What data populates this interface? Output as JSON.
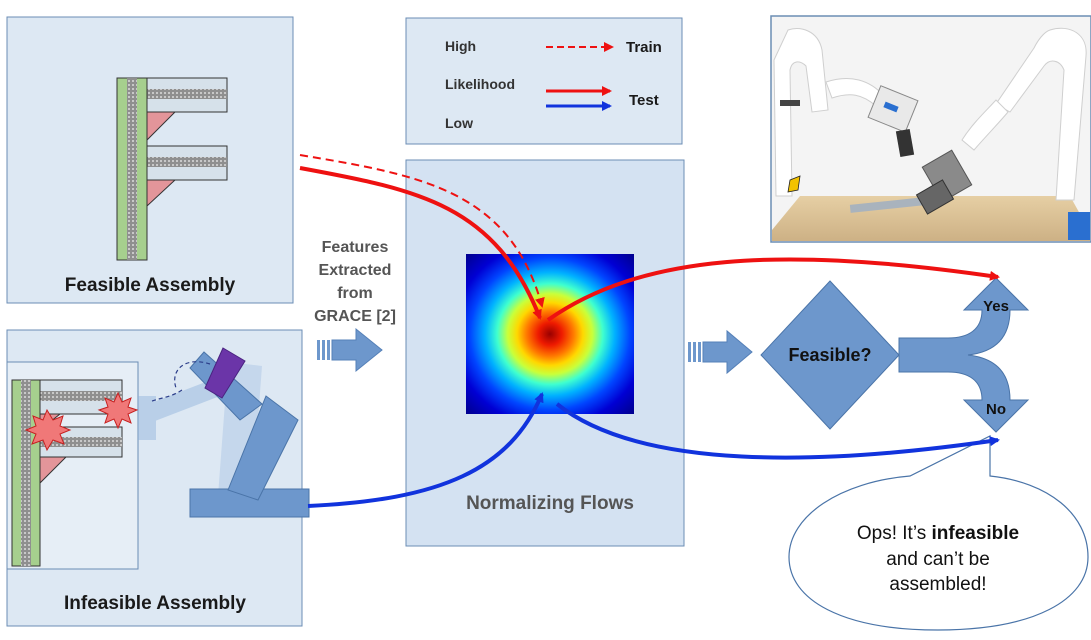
{
  "legend": {
    "high": "High",
    "likelihood": "Likelihood",
    "low": "Low",
    "train": "Train",
    "test": "Test"
  },
  "feasible_panel": {
    "caption": "Feasible Assembly"
  },
  "infeasible_panel": {
    "caption": "Infeasible Assembly"
  },
  "features_text": {
    "lines": [
      "Features",
      "Extracted",
      "from",
      "GRACE [2]"
    ]
  },
  "flows_panel": {
    "caption": "Normalizing Flows"
  },
  "decision": {
    "label": "Feasible?",
    "yes": "Yes",
    "no": "No"
  },
  "callout": {
    "line1_prefix": "Ops! It’s ",
    "line1_bold": "infeasible",
    "line2": "and can’t be",
    "line3": "assembled!"
  },
  "colors": {
    "train_arrow": "#ee1111",
    "test_arrow_feasible": "#ee1111",
    "test_arrow_infeasible": "#1133dd",
    "panel_fill": "#dde8f3",
    "panel_stroke": "#6b8db4",
    "flows_fill": "#d4e2f2",
    "shape_blue": "#6d97cc",
    "green_beam": "#a6cf8e",
    "pink_brace": "#e3959a"
  },
  "icons": [
    "robot-photo",
    "heatmap",
    "block-arrow",
    "diamond-decision",
    "y-split-arrow",
    "speech-bubble",
    "collision-star"
  ]
}
